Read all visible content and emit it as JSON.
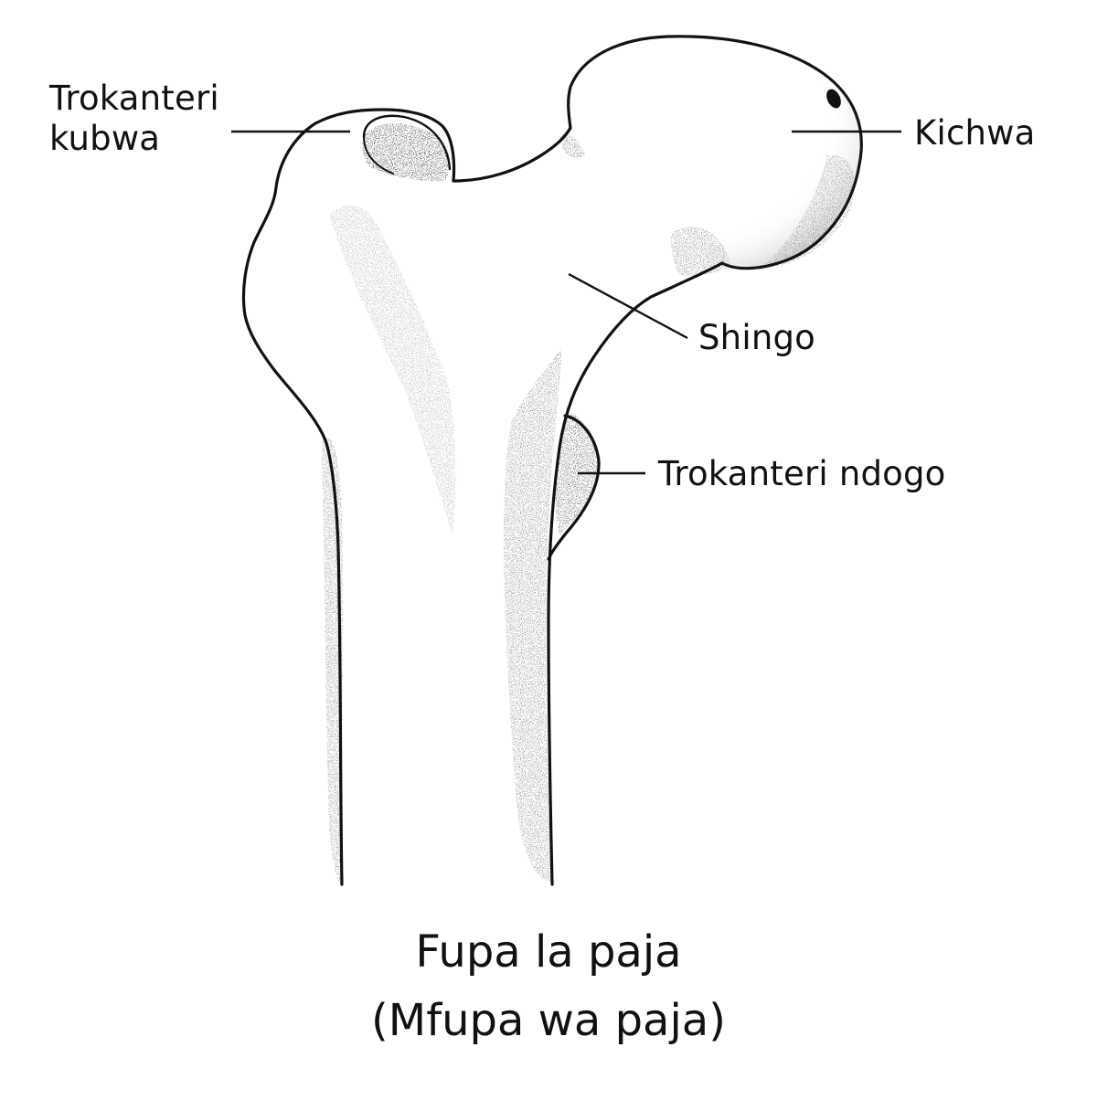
{
  "diagram": {
    "labels": {
      "greater_trochanter_line1": "Trokanteri",
      "greater_trochanter_line2": "kubwa",
      "head": "Kichwa",
      "neck": "Shingo",
      "lesser_trochanter": "Trokanteri ndogo"
    },
    "caption": {
      "line1": "Fupa la paja",
      "line2": "(Mfupa wa paja)"
    },
    "colors": {
      "ink": "#111111",
      "background": "#ffffff",
      "stipple": "#555555"
    }
  }
}
